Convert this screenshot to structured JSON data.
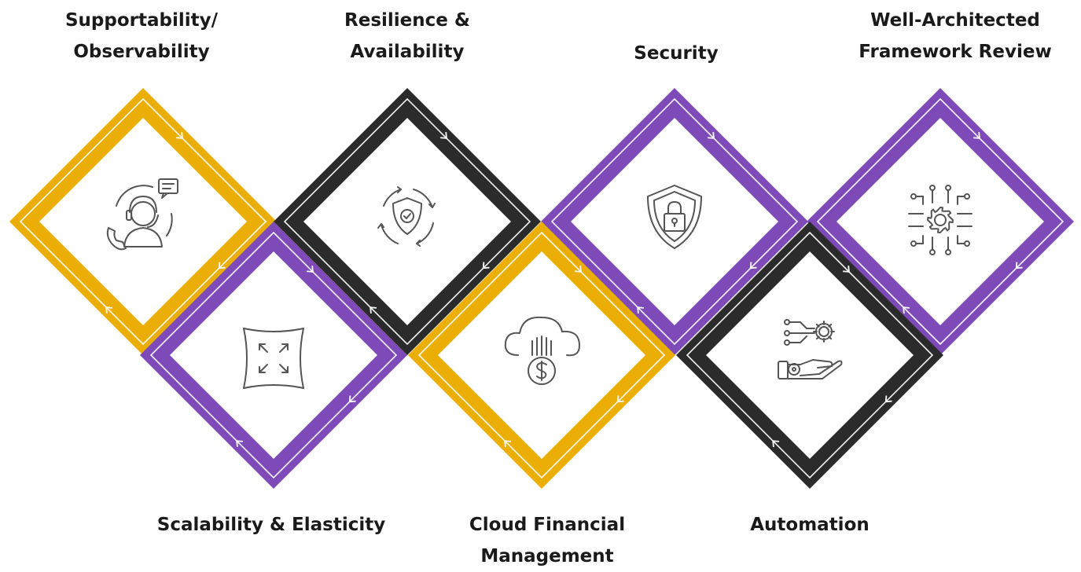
{
  "colors": {
    "gold": "#EBAE06",
    "purple": "#7D4AB7",
    "black": "#2B2B2B",
    "icon_stroke": "#555555",
    "text": "#1A1A1A"
  },
  "top_labels": [
    {
      "id": "supportability",
      "lines": [
        "Supportability/",
        "Observability"
      ]
    },
    {
      "id": "resilience",
      "lines": [
        "Resilience &",
        "Availability"
      ]
    },
    {
      "id": "security",
      "lines": [
        "Security"
      ]
    },
    {
      "id": "well-architected",
      "lines": [
        "Well-Architected",
        "Framework Review"
      ]
    }
  ],
  "bottom_labels": [
    {
      "id": "scalability",
      "lines": [
        "Scalability & Elasticity"
      ]
    },
    {
      "id": "cloud-financial",
      "lines": [
        "Cloud Financial",
        "Management"
      ]
    },
    {
      "id": "automation",
      "lines": [
        "Automation"
      ]
    }
  ],
  "diamonds": [
    {
      "id": "supportability",
      "color": "gold",
      "icon": "customer-support-icon",
      "row": "top"
    },
    {
      "id": "resilience",
      "color": "black",
      "icon": "shield-cycle-icon",
      "row": "top"
    },
    {
      "id": "security",
      "color": "purple",
      "icon": "shield-lock-icon",
      "row": "top"
    },
    {
      "id": "well-architected",
      "color": "purple",
      "icon": "gear-circuit-icon",
      "row": "top"
    },
    {
      "id": "scalability",
      "color": "purple",
      "icon": "expand-arrows-icon",
      "row": "bottom"
    },
    {
      "id": "cloud-financial",
      "color": "gold",
      "icon": "cloud-dollar-icon",
      "row": "bottom"
    },
    {
      "id": "automation",
      "color": "black",
      "icon": "robot-arm-gear-icon",
      "row": "bottom"
    }
  ]
}
